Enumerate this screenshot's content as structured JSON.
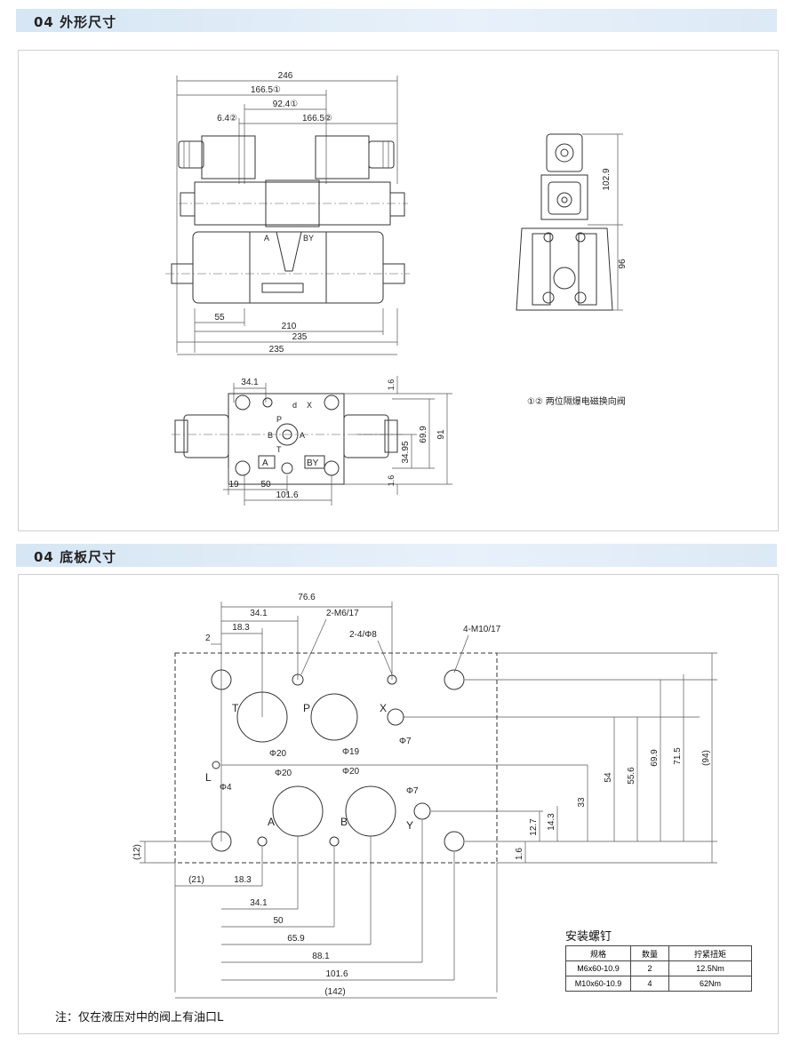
{
  "sections": {
    "outer": {
      "title": "04 外形尺寸"
    },
    "base": {
      "title": "04 底板尺寸"
    }
  },
  "outer_dims": {
    "d246": "246",
    "d166a": "166.5①",
    "d92": "92.4①",
    "d64": "6.4②",
    "d166b": "166.5②",
    "d55": "55",
    "d210": "210",
    "d235a": "235",
    "d235b": "235",
    "d1029": "102.9",
    "d96": "96",
    "d341": "34.1",
    "d16a": "1.6",
    "d699": "69.9",
    "d91": "91",
    "d3495": "34.95",
    "d16b": "1.6",
    "d19": "19",
    "d50": "50",
    "d1016": "101.6",
    "port_A": "A",
    "port_BY": "BY",
    "port_X": "X",
    "port_P": "P",
    "port_T": "T",
    "port_B": "B",
    "port_p": "d",
    "legend": "①② 两位隔爆电磁换向阀"
  },
  "base_dims": {
    "d766": "76.6",
    "d341": "34.1",
    "d2m6": "2-M6/17",
    "d183": "18.3",
    "d2": "2",
    "d24": "2-4/Φ8",
    "d4m10": "4-M10/17",
    "lblT": "T",
    "lblP": "P",
    "lblX": "X",
    "lblL": "L",
    "lblA": "A",
    "lblB": "B",
    "lblY": "Y",
    "phi20a": "Φ20",
    "phi19": "Φ19",
    "phi7a": "Φ7",
    "phi4": "Φ4",
    "phi20b": "Φ20",
    "phi20c": "Φ20",
    "phi7b": "Φ7",
    "v33": "33",
    "v54": "54",
    "v556": "55.6",
    "v699": "69.9",
    "v715": "71.5",
    "v94": "(94)",
    "v143": "14.3",
    "v127": "12.7",
    "v16": "1.6",
    "v12": "(12)",
    "h21": "(21)",
    "h183": "18.3",
    "h341": "34.1",
    "h50": "50",
    "h659": "65.9",
    "h881": "88.1",
    "h1016": "101.6",
    "h142": "(142)"
  },
  "mount_screws": {
    "title": "安装螺钉",
    "headers": [
      "规格",
      "数量",
      "拧紧扭矩"
    ],
    "rows": [
      [
        "M6x60-10.9",
        "2",
        "12.5Nm"
      ],
      [
        "M10x60-10.9",
        "4",
        "62Nm"
      ]
    ]
  },
  "note": "注：仅在液压对中的阀上有油口L"
}
